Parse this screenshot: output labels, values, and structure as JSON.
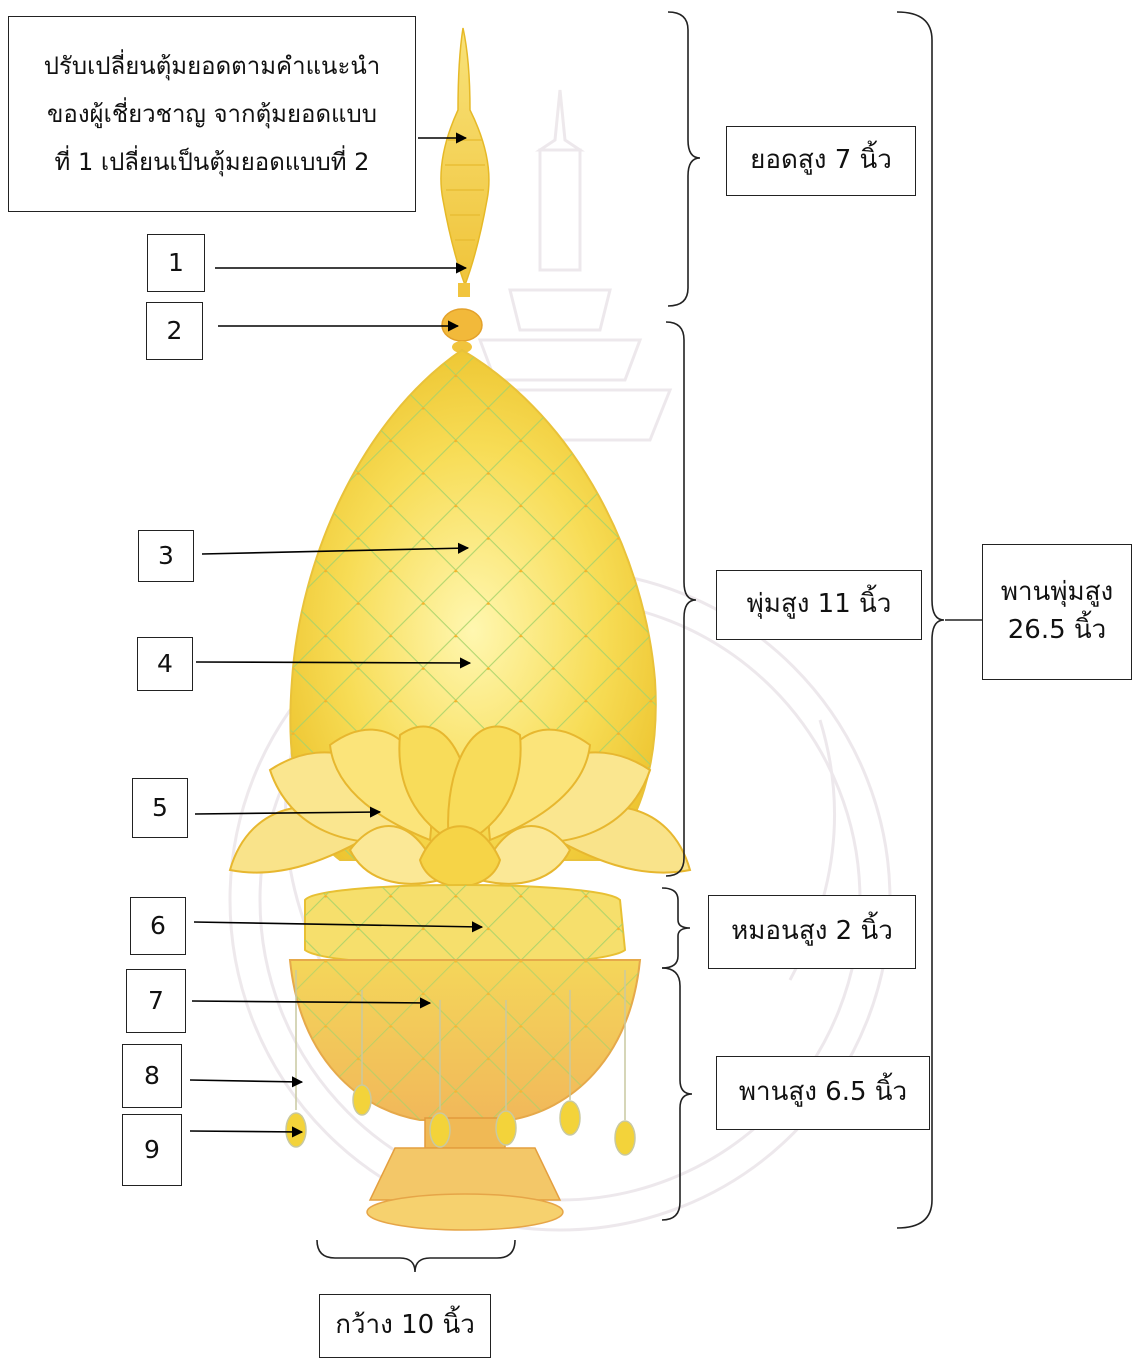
{
  "note": {
    "lines": [
      "ปรับเปลี่ยนตุ้มยอดตามคำแนะนำ",
      "ของผู้เชี่ยวชาญ จากตุ้มยอดแบบ",
      "ที่ 1 เปลี่ยนเป็นตุ้มยอดแบบที่ 2"
    ]
  },
  "callouts": [
    "1",
    "2",
    "3",
    "4",
    "5",
    "6",
    "7",
    "8",
    "9"
  ],
  "dimensions": {
    "top": "ยอดสูง 7 นิ้ว",
    "body": "พุ่มสูง 11 นิ้ว",
    "ring": "หมอนสูง 2 นิ้ว",
    "base": "พานสูง 6.5 นิ้ว",
    "total_line1": "พานพุ่มสูง",
    "total_line2": "26.5 นิ้ว",
    "width": "กว้าง 10 นิ้ว"
  },
  "colors": {
    "gold": "#f5d020",
    "light_gold": "#fbe97a",
    "orange": "#e8a93a",
    "green_net": "#9fcf5a",
    "watermark": "#d9d2d8"
  }
}
